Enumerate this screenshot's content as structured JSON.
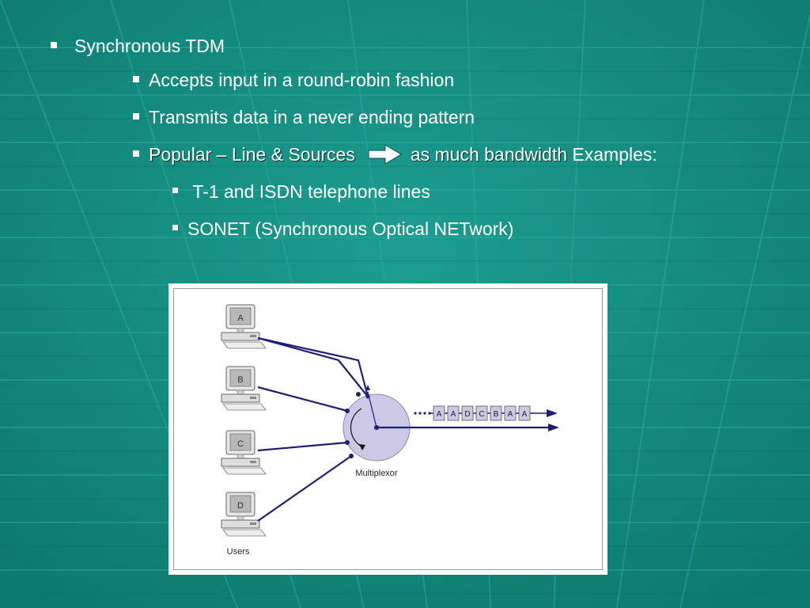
{
  "slide": {
    "heading": "Synchronous TDM",
    "bullets": [
      "Accepts input in a round-robin fashion",
      "Transmits data in a never ending pattern"
    ],
    "popular": {
      "left": "Popular – Line & Sources",
      "right": "as much bandwidth",
      "suffix": "Examples:"
    },
    "examples": [
      "T-1 and ISDN telephone lines",
      "SONET (Synchronous Optical NETwork)"
    ]
  },
  "figure": {
    "users": [
      "A",
      "B",
      "C",
      "D"
    ],
    "users_label": "Users",
    "multiplexor_label": "Multiplexor",
    "frames": [
      "A",
      "A",
      "D",
      "C",
      "B",
      "A",
      "A"
    ]
  },
  "colors": {
    "background": "#138a7e",
    "line": "#1b1f7a",
    "multiplexor_fill": "#cdc8e6"
  }
}
